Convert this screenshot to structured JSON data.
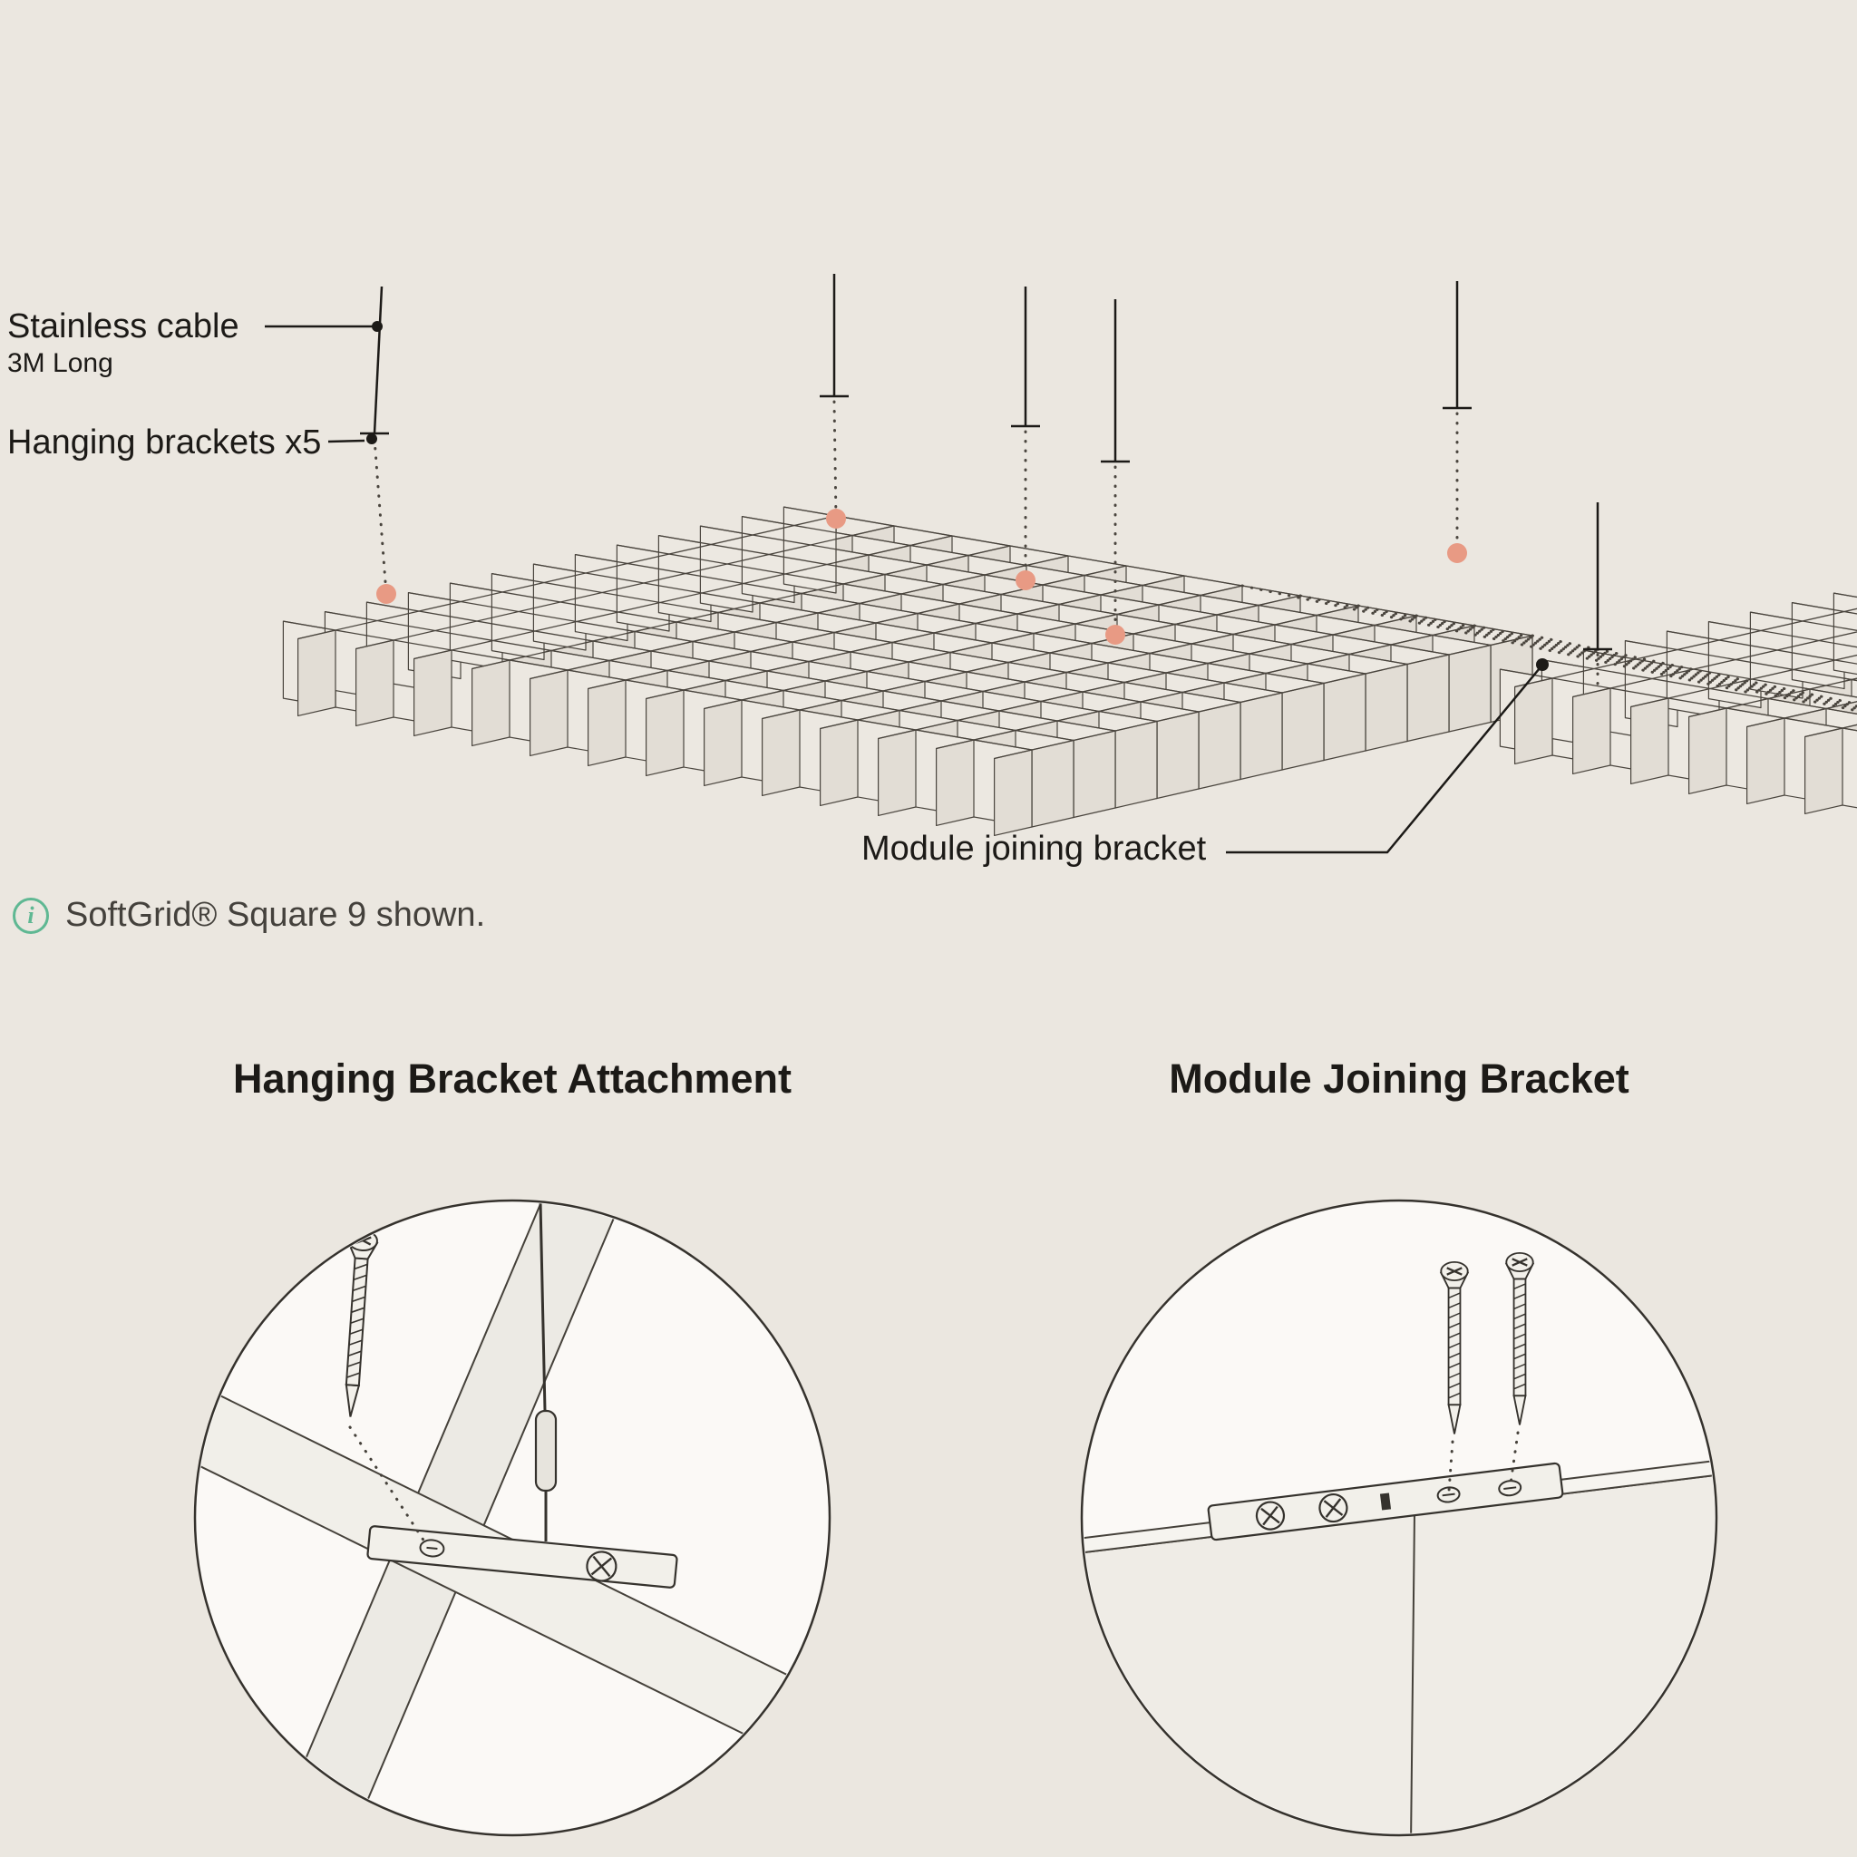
{
  "colors": {
    "background": "#ebe7e0",
    "line": "#1c1a17",
    "panel_a": "#e2ddd5",
    "panel_b": "#ece8e1",
    "panel_stroke": "#4a453e",
    "accent_dot": "#e89a84",
    "info_green": "#5fb893",
    "detail_fill": "#fbf9f6",
    "text": "#1c1a17"
  },
  "overview": {
    "labels": {
      "stainless_cable": "Stainless cable",
      "stainless_cable_length": "3M Long",
      "hanging_brackets": "Hanging brackets x5",
      "module_joining_bracket": "Module joining bracket"
    },
    "hanging_points_count": 5,
    "note": {
      "icon": "i",
      "text": "SoftGrid® Square 9 shown."
    }
  },
  "details": [
    {
      "title": "Hanging Bracket Attachment"
    },
    {
      "title": "Module Joining Bracket"
    }
  ]
}
